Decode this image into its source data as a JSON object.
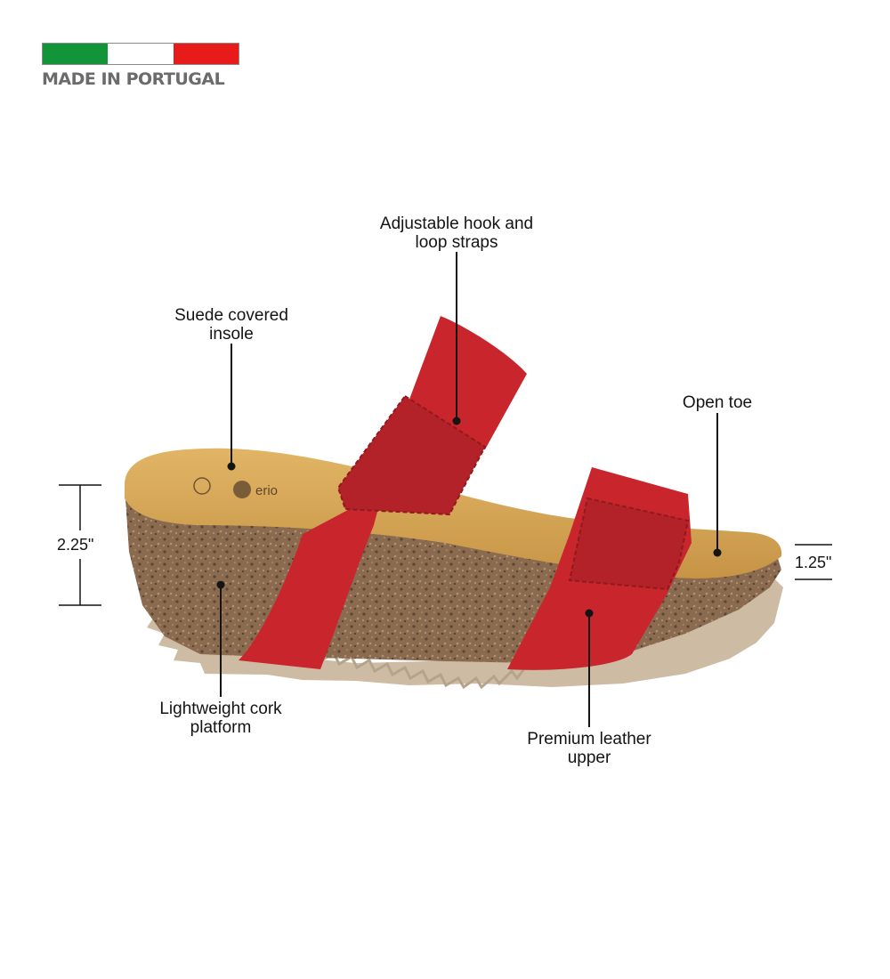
{
  "badge": {
    "text": "MADE IN PORTUGAL",
    "flag_colors": [
      "#129439",
      "#ffffff",
      "#e81b1b"
    ]
  },
  "product": {
    "name": "red leather two-strap cork wedge slide sandal",
    "insole_logo_text": "erio"
  },
  "callouts": {
    "straps": [
      "Adjustable hook and",
      "loop straps"
    ],
    "insole": [
      "Suede covered",
      "insole"
    ],
    "toe": [
      "Open toe"
    ],
    "platform": [
      "Lightweight cork",
      "platform"
    ],
    "upper": [
      "Premium leather",
      "upper"
    ]
  },
  "dimensions": {
    "heel_height": "2.25\"",
    "toe_height": "1.25\""
  },
  "colors": {
    "leather": "#c8262c",
    "leather_dark": "#a51e22",
    "suede": "#d4a150",
    "cork": "#8a6a4f",
    "outsole": "#cdbba4"
  }
}
